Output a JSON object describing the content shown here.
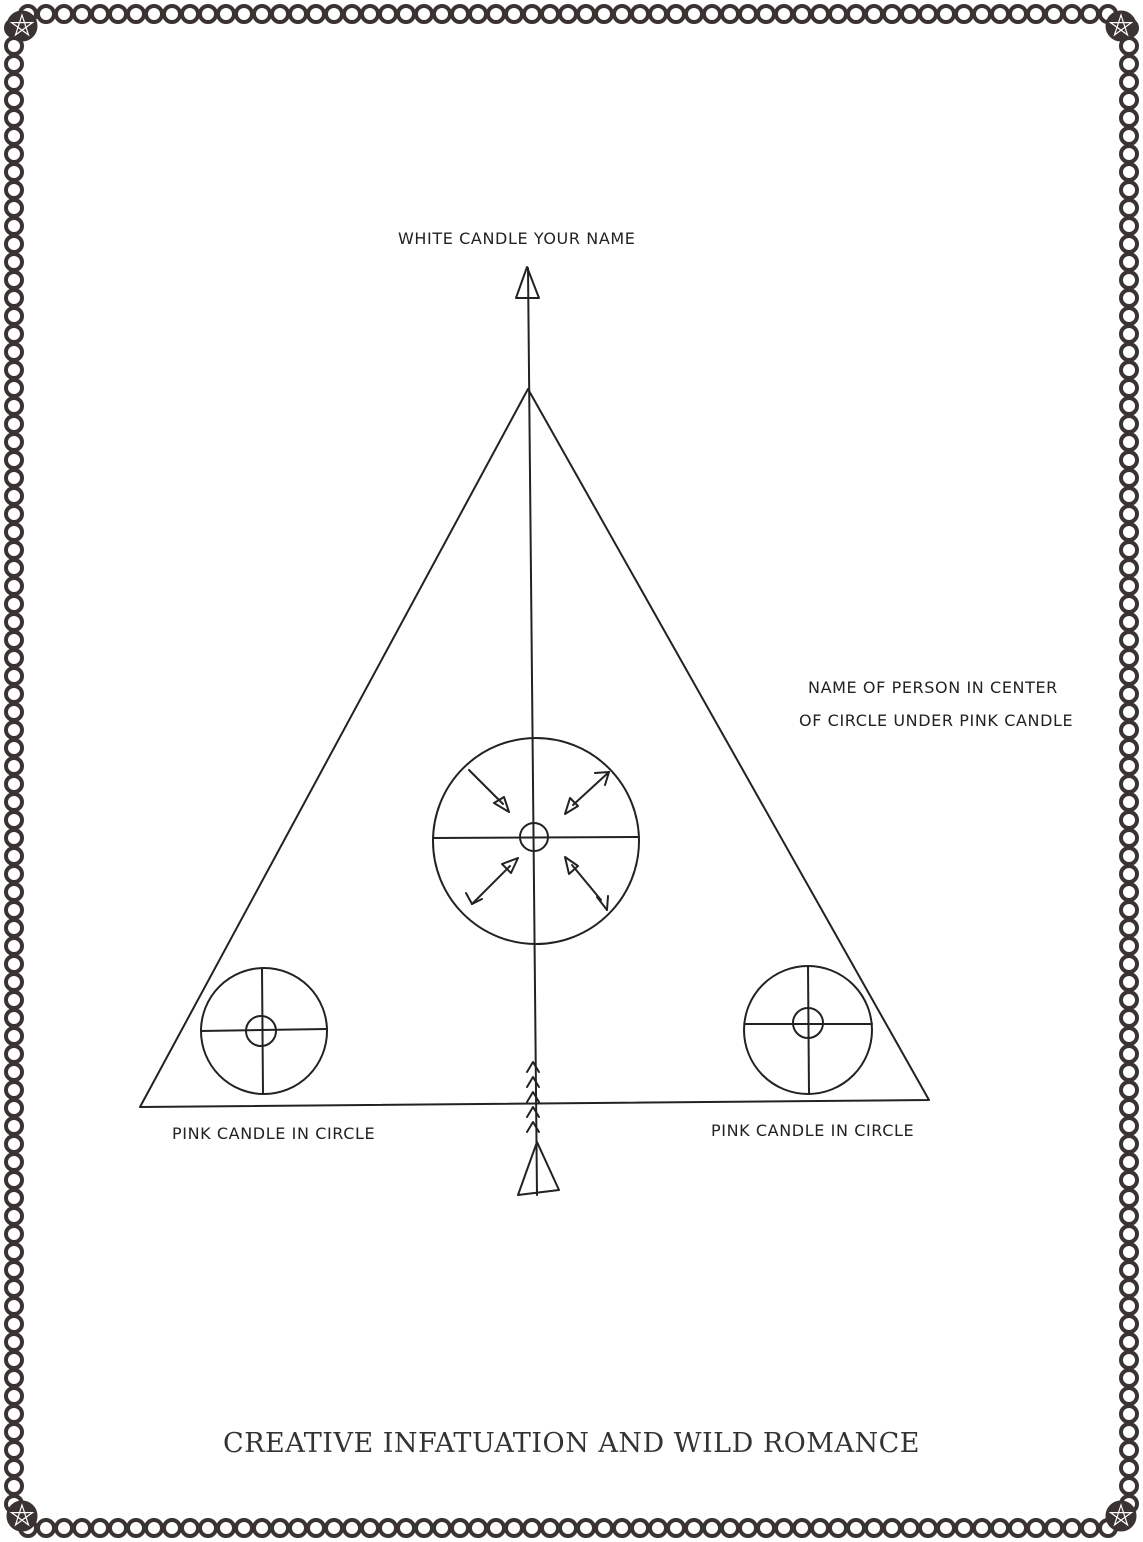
{
  "labels": {
    "top": "WHITE CANDLE YOUR NAME",
    "right_line1": "NAME OF PERSON IN CENTER",
    "right_line2": "OF CIRCLE UNDER PINK CANDLE",
    "bottom_left": "PINK CANDLE IN CIRCLE",
    "bottom_right": "PINK CANDLE IN CIRCLE"
  },
  "title": "CREATIVE INFATUATION AND WILD ROMANCE",
  "colors": {
    "ink": "#222222",
    "border": "#3a3331",
    "paper": "#ffffff"
  },
  "icons": {
    "border": "scalloped-frame",
    "corners": "pentacle-icon"
  }
}
